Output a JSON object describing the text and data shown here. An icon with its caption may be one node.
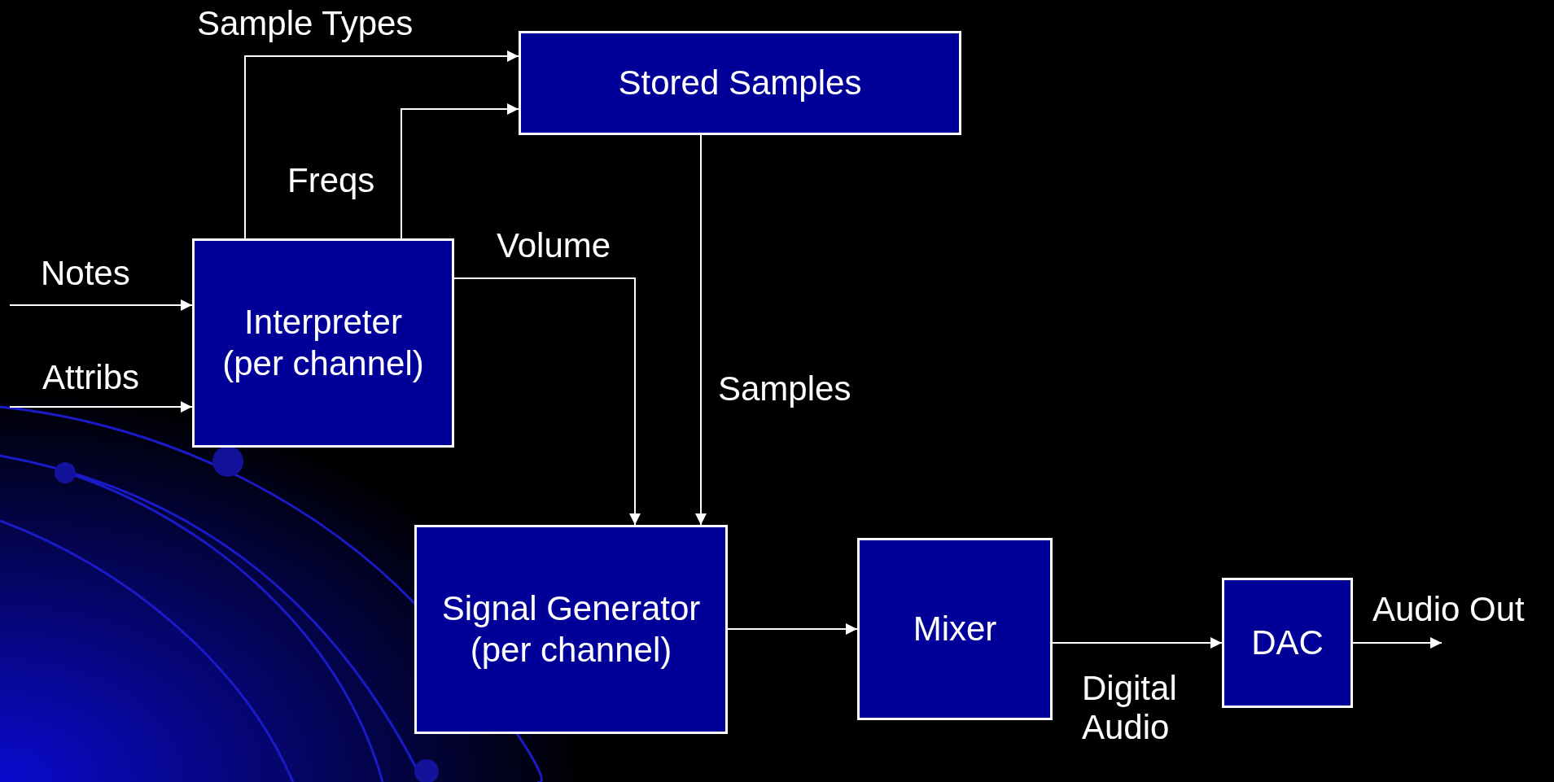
{
  "diagram": {
    "nodes": [
      {
        "text": [
          "Stored Samples"
        ]
      },
      {
        "text": [
          "Interpreter (per channel)"
        ]
      },
      {
        "text": [
          "Signal Generator (per channel)"
        ]
      },
      {
        "text": [
          "Mixer"
        ]
      },
      {
        "text": [
          "DAC"
        ]
      }
    ],
    "edges": [
      {
        "from": null,
        "to": 1,
        "arrow": "to",
        "label": "Notes"
      },
      {
        "from": null,
        "to": 1,
        "arrow": "to",
        "label": "Attribs"
      },
      {
        "from": 1,
        "to": 0,
        "arrow": "to",
        "label": "Sample Types"
      },
      {
        "from": 1,
        "to": 0,
        "arrow": "to",
        "label": "Freqs"
      },
      {
        "from": 1,
        "to": 2,
        "arrow": "to",
        "label": "Volume"
      },
      {
        "from": 0,
        "to": 2,
        "arrow": "to",
        "label": "Samples"
      },
      {
        "from": 2,
        "to": 3,
        "arrow": "to"
      },
      {
        "from": 3,
        "to": 4,
        "arrow": "to",
        "label": "Digital Audio"
      },
      {
        "from": 4,
        "to": null,
        "arrow": "to",
        "label": "Audio Out"
      }
    ]
  }
}
